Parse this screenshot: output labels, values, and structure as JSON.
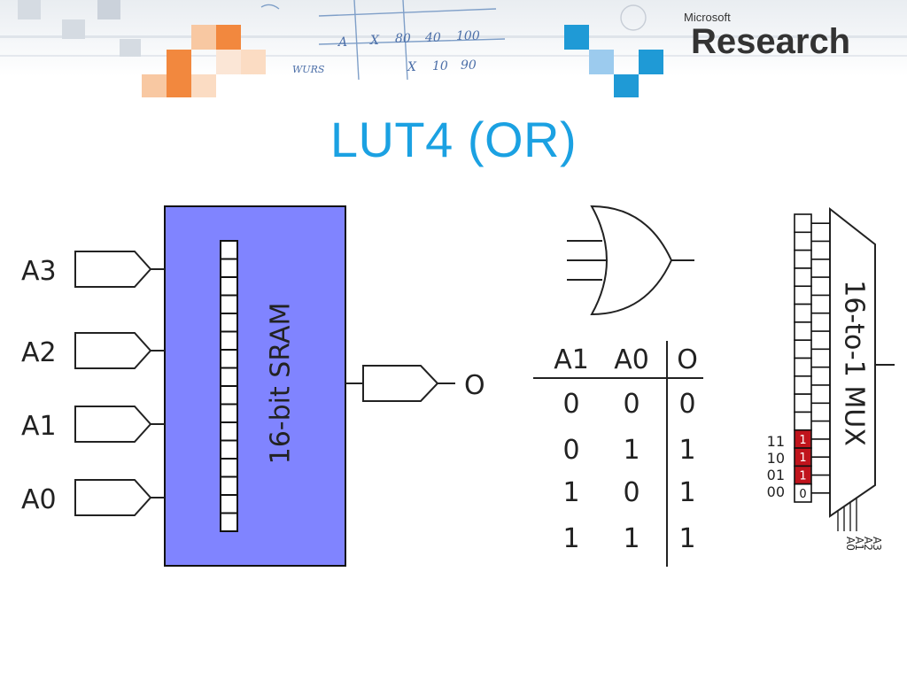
{
  "branding": {
    "company": "Microsoft",
    "product": "Research",
    "decor_sketch_text": [
      "A",
      "X",
      "80",
      "40",
      "100",
      "WURS",
      "X",
      "10",
      "90"
    ]
  },
  "slide": {
    "title": "LUT4 (OR)"
  },
  "lut": {
    "inputs": [
      "A3",
      "A2",
      "A1",
      "A0"
    ],
    "memory_label": "16-bit SRAM",
    "memory_cells": 16,
    "output": "O"
  },
  "truth_table": {
    "headers": [
      "A1",
      "A0",
      "O"
    ],
    "rows": [
      [
        "0",
        "0",
        "0"
      ],
      [
        "0",
        "1",
        "1"
      ],
      [
        "1",
        "0",
        "1"
      ],
      [
        "1",
        "1",
        "1"
      ]
    ]
  },
  "mux": {
    "label": "16-to-1 MUX",
    "cells": 16,
    "address_labels": [
      "11",
      "10",
      "01",
      "00"
    ],
    "cell_values": [
      "1",
      "1",
      "1",
      "0"
    ],
    "select_inputs": [
      "A3",
      "A2",
      "A1",
      "A0"
    ]
  },
  "colors": {
    "title": "#1ba1e2",
    "sram_fill": "#8084ff",
    "programmed_bit": "#c0141c",
    "brand_orange": "#f2883e",
    "brand_blue": "#1f9ad6"
  }
}
